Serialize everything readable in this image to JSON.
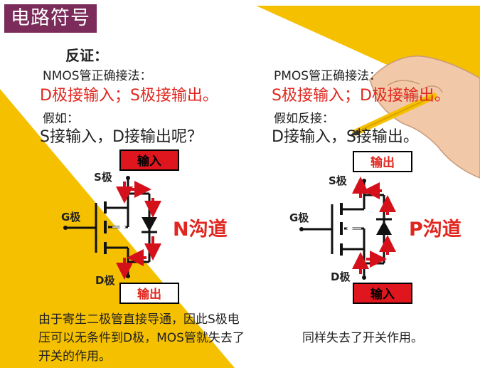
{
  "title": "电路符号",
  "heading": "反证：",
  "left": {
    "label1": "NMOS管正确接法：",
    "red_line": "D极接输入；S极接输出。",
    "label2": "假如：",
    "question": "S接输入，D接输出呢？",
    "top_box": "输入",
    "bottom_box": "输出",
    "s_pin": "S极",
    "g_pin": "G极",
    "d_pin": "D极",
    "channel": "N沟道",
    "note": "由于寄生二极管直接导通，因此S极电压可以无条件到D极，MOS管就失去了开关的作用。"
  },
  "right": {
    "label1": "PMOS管正确接法：",
    "red_line": "S极接输入；D极接输出。",
    "label2": "假如反接：",
    "statement": "D接输入，S接输出。",
    "top_box": "输出",
    "bottom_box": "输入",
    "s_pin": "S极",
    "g_pin": "G极",
    "d_pin": "D极",
    "channel": "P沟道",
    "note": "同样失去了开关作用。"
  },
  "colors": {
    "title_bg": "#7b2c5a",
    "yellow": "#f5c000",
    "red": "#e0261e",
    "arrow_red": "#d4101a"
  }
}
